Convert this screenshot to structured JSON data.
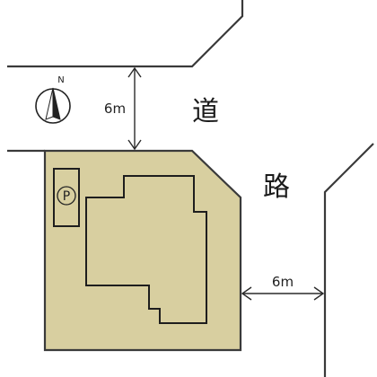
{
  "road": {
    "char_1": "道",
    "char_2": "路"
  },
  "dimensions": {
    "north_road_width": "6m",
    "east_road_width": "6m"
  },
  "compass": {
    "label": "N"
  },
  "parking": {
    "label": "P"
  }
}
